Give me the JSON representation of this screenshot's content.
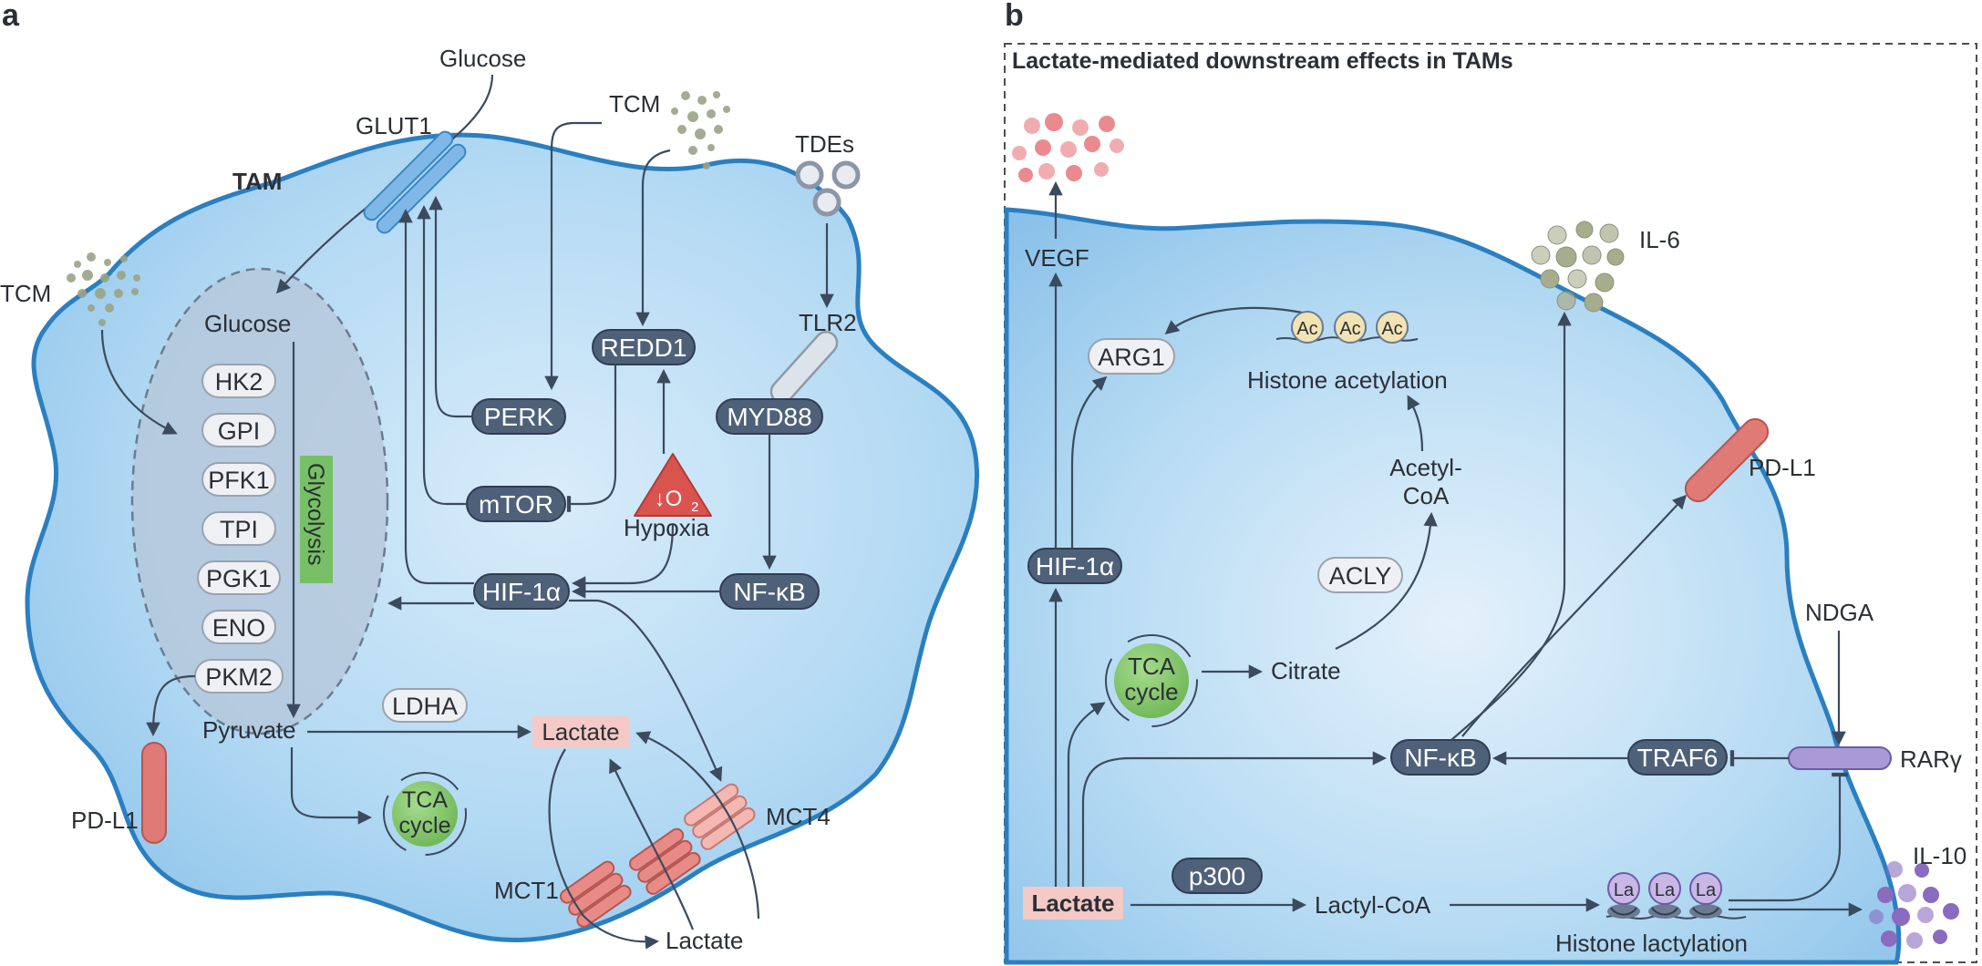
{
  "panels": {
    "a": {
      "letter": "a",
      "cell_label": "TAM",
      "nodes": {
        "glucose_ext": "Glucose",
        "glut1": "GLUT1",
        "tcm_top": "TCM",
        "tdes": "TDEs",
        "tlr2": "TLR2",
        "tcm_left": "TCM",
        "glucose_int": "Glucose",
        "hk2": "HK2",
        "gpi": "GPI",
        "pfk1": "PFK1",
        "tpi": "TPI",
        "pgk1": "PGK1",
        "eno": "ENO",
        "pkm2": "PKM2",
        "glycolysis": "Glycolysis",
        "pyruvate": "Pyruvate",
        "ldha": "LDHA",
        "lactate_int": "Lactate",
        "lactate_ext": "Lactate",
        "tca_line1": "TCA",
        "tca_line2": "cycle",
        "perk": "PERK",
        "redd1": "REDD1",
        "mtor": "mTOR",
        "myd88": "MYD88",
        "hif1a": "HIF-1α",
        "nfkb": "NF-κB",
        "hypoxia_symbol": "↓O",
        "hypoxia_sub": "2",
        "hypoxia": "Hypoxia",
        "pdl1": "PD-L1",
        "mct1": "MCT1",
        "mct4": "MCT4"
      }
    },
    "b": {
      "letter": "b",
      "title": "Lactate-mediated downstream effects in TAMs",
      "nodes": {
        "vegf": "VEGF",
        "arg1": "ARG1",
        "ac": "Ac",
        "histone_acetylation": "Histone acetylation",
        "acetyl_coa_line1": "Acetyl-",
        "acetyl_coa_line2": "CoA",
        "acly": "ACLY",
        "hif1a": "HIF-1α",
        "tca_line1": "TCA",
        "tca_line2": "cycle",
        "citrate": "Citrate",
        "il6": "IL-6",
        "pdl1": "PD-L1",
        "ndga": "NDGA",
        "nfkb": "NF-κB",
        "traf6": "TRAF6",
        "rarg": "RARγ",
        "p300": "p300",
        "lactate": "Lactate",
        "lactyl_coa": "Lactyl-CoA",
        "la": "La",
        "histone_lactylation": "Histone lactylation",
        "il10": "IL-10"
      }
    }
  },
  "colors": {
    "cell_fill": "#a9d3f1",
    "cell_border": "#2b7fc0",
    "pill_dark": "#4f6179",
    "pill_light": "#eef0f3",
    "tca_green": "#86c96f",
    "glycolysis_green": "#77c065",
    "lactate_pink": "#f5c9c5",
    "pdl1_red": "#e07a76",
    "hypoxia_red": "#d9534f",
    "nucleus_grey": "#b8c4d2",
    "vegf_dots": "#ea8a8f",
    "il6_dots": "#a6ad8d",
    "il10_dots": "#8a6bbf"
  }
}
